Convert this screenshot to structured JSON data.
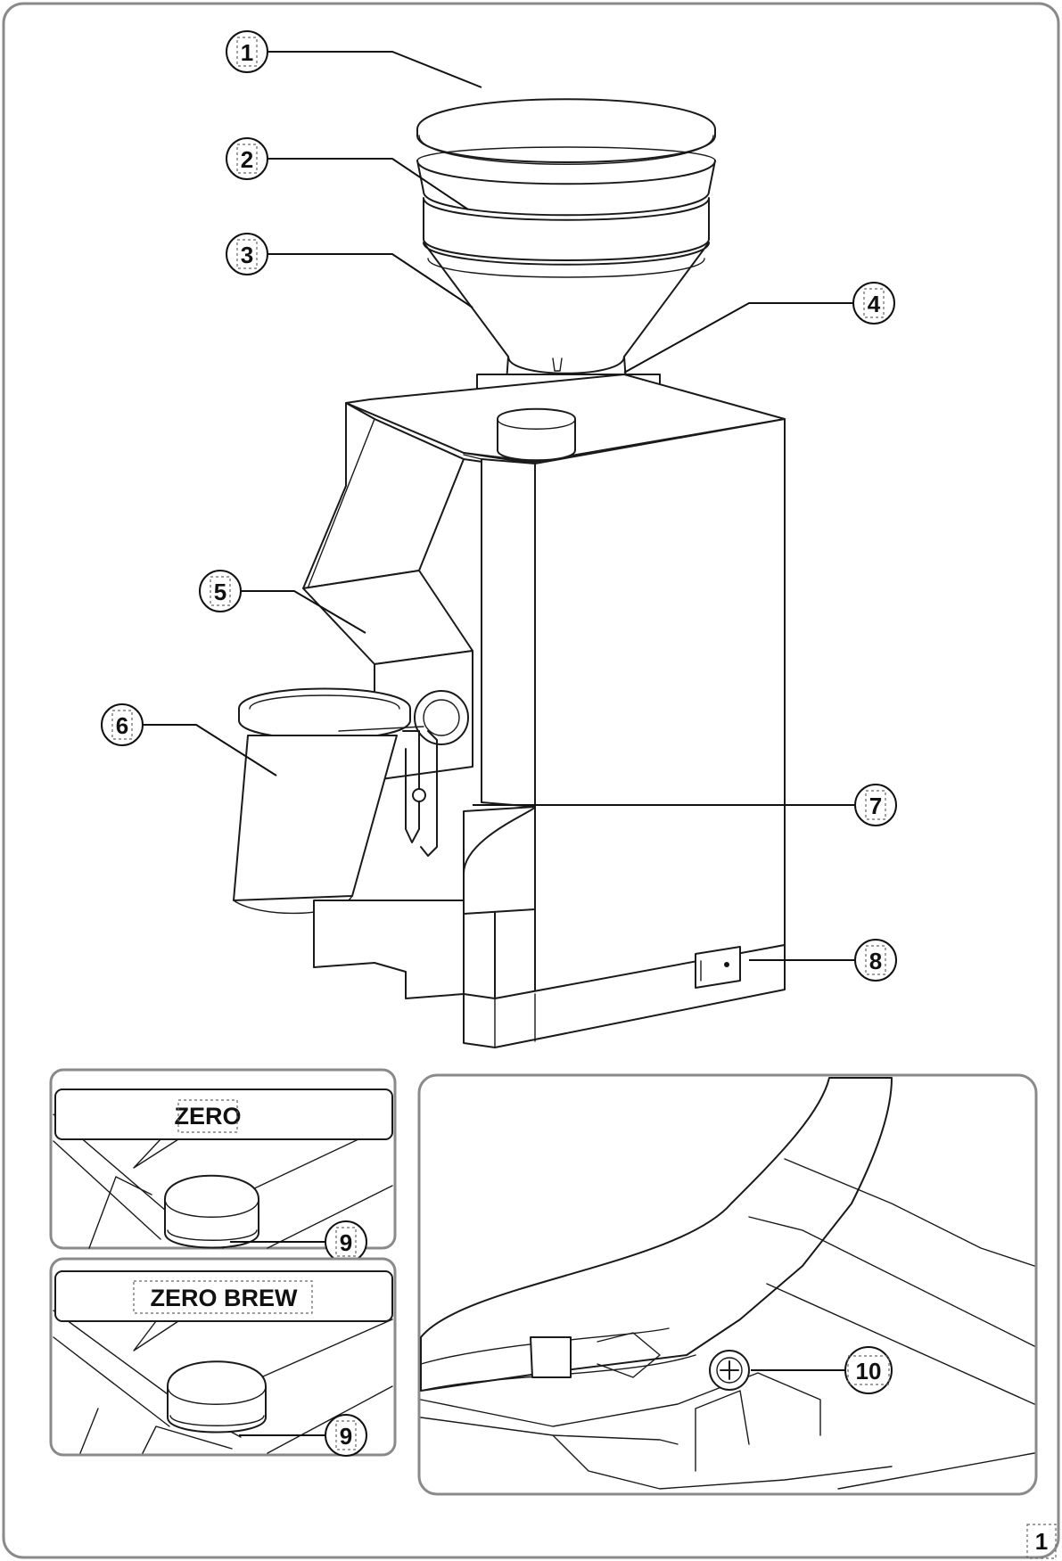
{
  "callouts": {
    "c1": "1",
    "c2": "2",
    "c3": "3",
    "c4": "4",
    "c5": "5",
    "c6": "6",
    "c7": "7",
    "c8": "8",
    "c9a": "9",
    "c9b": "9",
    "c10": "10"
  },
  "insets": {
    "zero_label": "ZERO",
    "zero_brew_label": "ZERO BREW"
  },
  "page_number": "1"
}
